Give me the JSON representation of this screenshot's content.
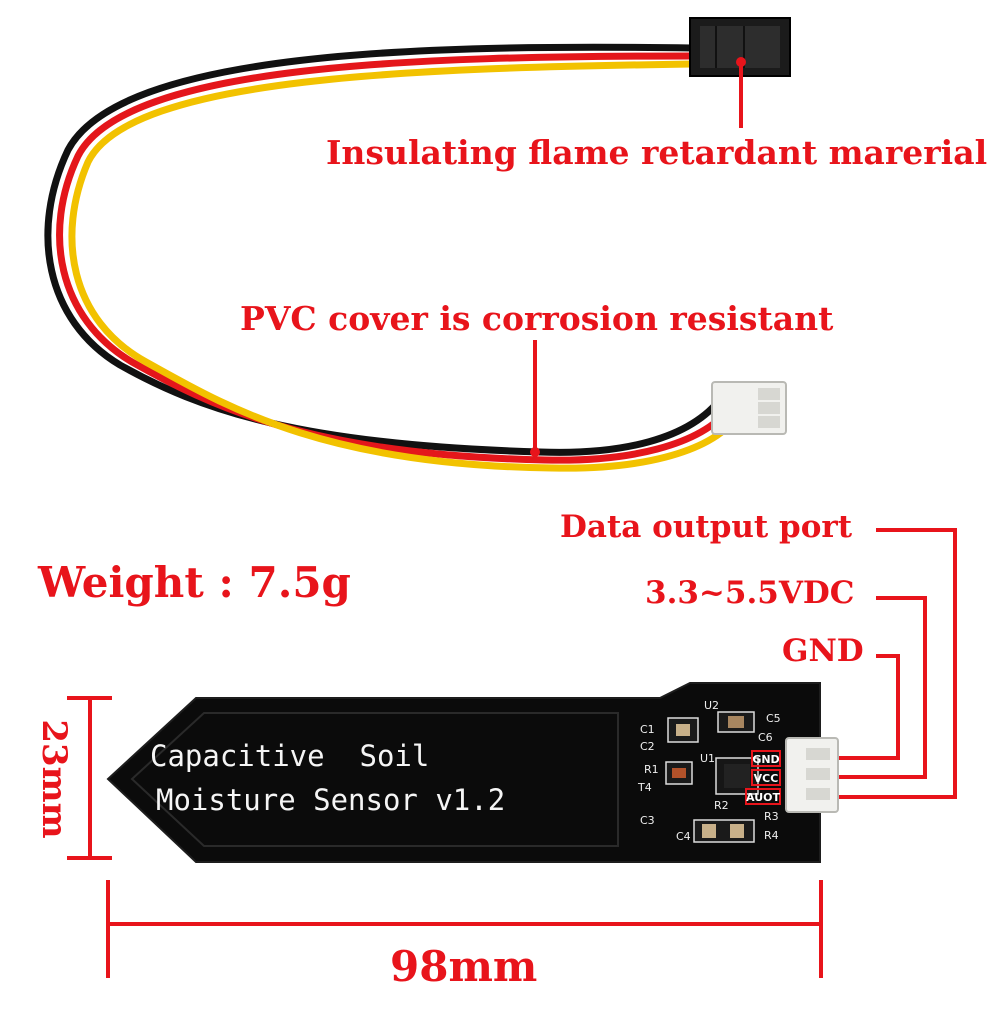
{
  "callouts": {
    "insulation": "Insulating flame retardant marerial",
    "pvc": "PVC cover is corrosion resistant",
    "data_port": "Data output port",
    "voltage": "3.3~5.5VDC",
    "ground": "GND"
  },
  "specs": {
    "weight": "Weight : 7.5g",
    "width": "23mm",
    "length": "98mm"
  },
  "board": {
    "title_line1": "Capacitive  Soil",
    "title_line2": "Moisture Sensor v1.2",
    "pins": [
      "GND",
      "VCC",
      "AUOT"
    ],
    "parts": [
      "C1",
      "C2",
      "U2",
      "C5",
      "C6",
      "U1",
      "R1",
      "T4",
      "R2",
      "C3",
      "C4",
      "R3",
      "R4"
    ]
  },
  "colors": {
    "accent": "#e8141b",
    "pcb": "#0b0b0b",
    "wire_red": "#e4161b",
    "wire_yellow": "#f2c200",
    "wire_black": "#111111",
    "connector_white": "#f1f1ee"
  }
}
